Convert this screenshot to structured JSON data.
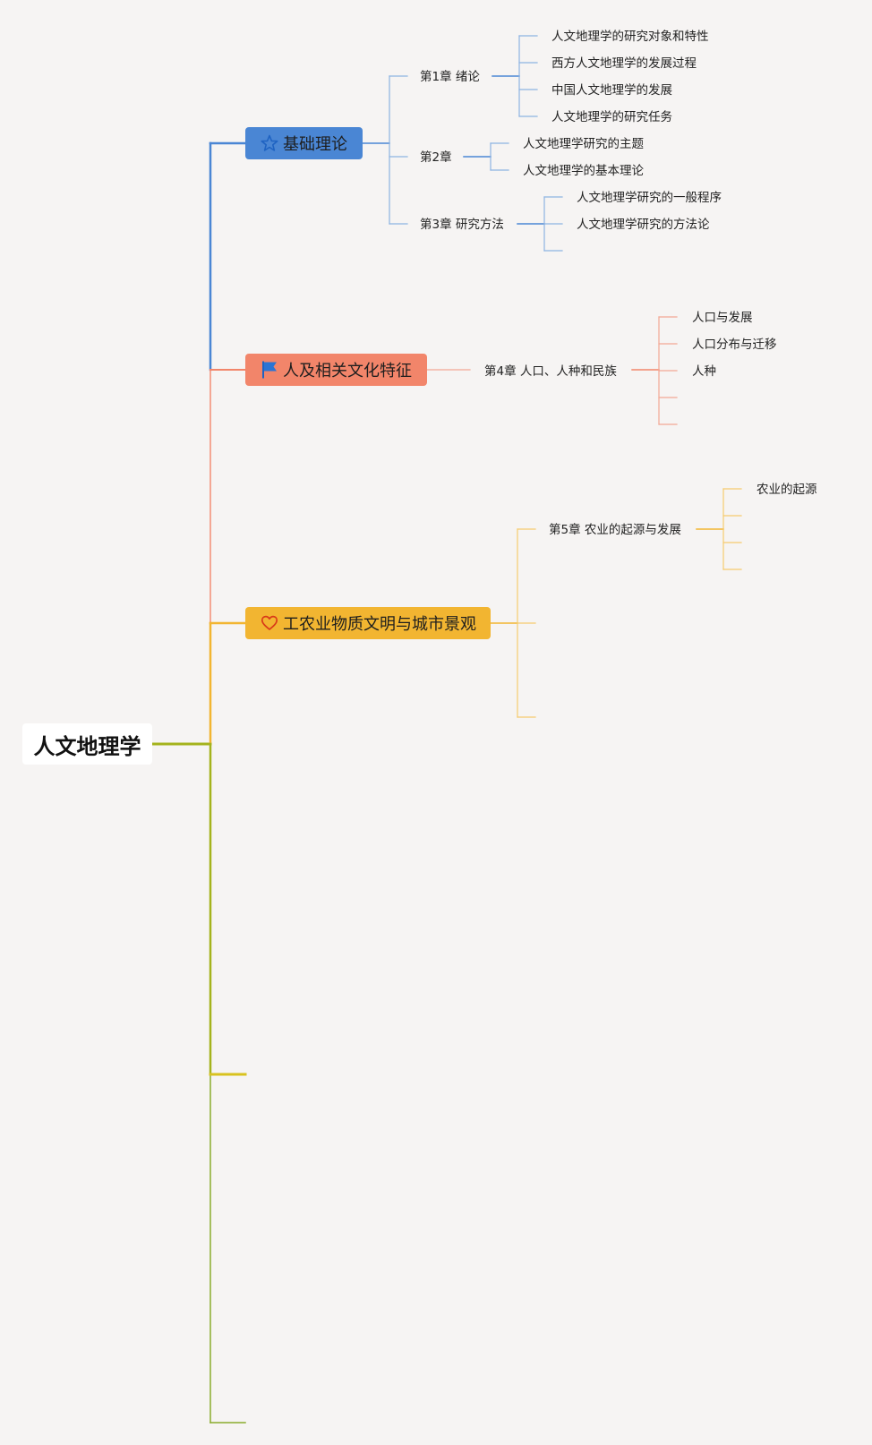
{
  "root": {
    "label": "人文地理学"
  },
  "colors": {
    "blue": "#4a86d4",
    "blue_light": "#8db3e2",
    "orange": "#f2856a",
    "orange_light": "#f4a794",
    "yellow": "#f2b531",
    "yellow_light": "#f6cb6e",
    "olive": "#a4b31c",
    "yellow_green": "#d8c21e",
    "green": "#8aab2c"
  },
  "branches": [
    {
      "label": "基础理论",
      "icon": "star-icon",
      "subtopics": [
        {
          "label": "第1章 绪论",
          "children": [
            "人文地理学的研究对象和特性",
            "西方人文地理学的发展过程",
            "中国人文地理学的发展",
            "人文地理学的研究任务"
          ]
        },
        {
          "label": "第2章",
          "children": [
            "人文地理学研究的主题",
            "人文地理学的基本理论"
          ]
        },
        {
          "label": "第3章 研究方法",
          "children": [
            "人文地理学研究的一般程序",
            "人文地理学研究的方法论",
            ""
          ]
        }
      ]
    },
    {
      "label": "人及相关文化特征",
      "icon": "flag-icon",
      "subtopics": [
        {
          "label": "第4章 人口、人种和民族",
          "children": [
            "人口与发展",
            "人口分布与迁移",
            "人种",
            "",
            ""
          ]
        }
      ]
    },
    {
      "label": "工农业物质文明与城市景观",
      "icon": "heart-icon",
      "subtopics": [
        {
          "label": "第5章 农业的起源与发展",
          "children": [
            "农业的起源",
            "",
            "",
            ""
          ]
        }
      ]
    }
  ]
}
